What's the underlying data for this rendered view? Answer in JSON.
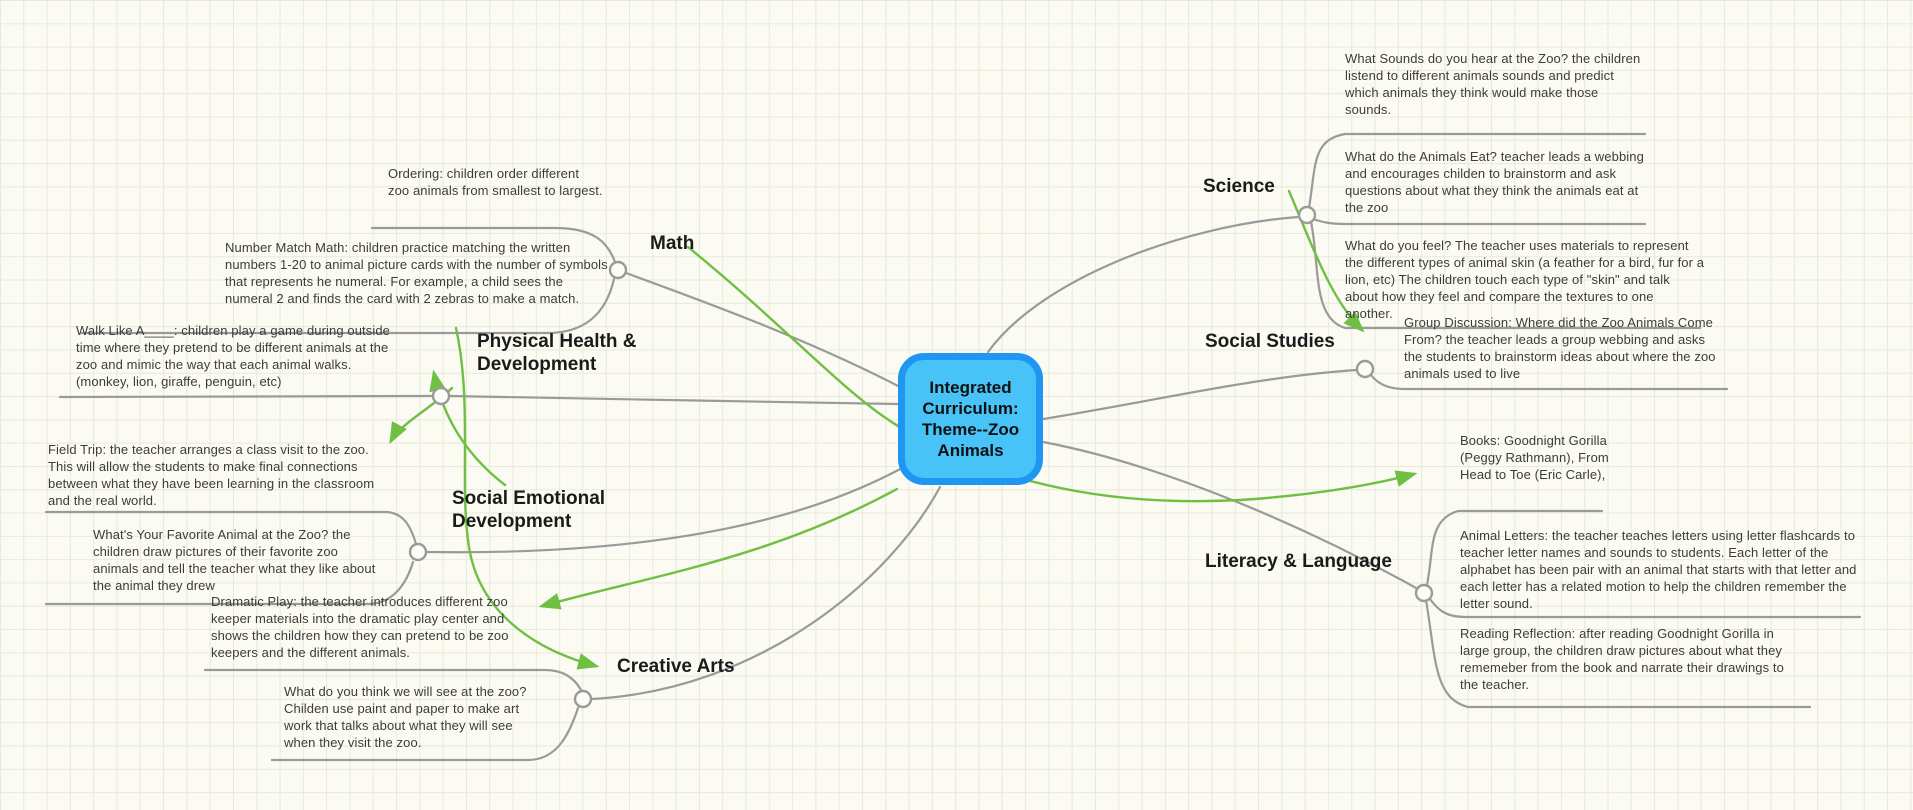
{
  "app": {
    "kind": "mind-map-canvas",
    "background_color": "#fbfaf3",
    "grid_color": "#e7ead9",
    "branch_line_color": "#9a9a9a",
    "crosslink_color": "#6fbf44",
    "center_fill": "#47c3f8",
    "center_border": "#1e96f2"
  },
  "center": {
    "label": "Integrated Curriculum: Theme--Zoo Animals"
  },
  "branches": {
    "math": {
      "label": "Math",
      "children": [
        {
          "id": "ordering",
          "text": "Ordering: children order different zoo animals from smallest to largest."
        },
        {
          "id": "number_match",
          "text": "Number Match Math: children practice matching the written numbers 1-20 to animal picture cards with the number of symbols that represents he numeral. For example, a child sees the numeral 2 and finds the card with 2 zebras to make a match."
        }
      ]
    },
    "physical_health": {
      "label": "Physical Health & Development",
      "children": [
        {
          "id": "walk_like",
          "text": "Walk Like A____: children play a game during outside time where they pretend to be different animals at the zoo and mimic the way that each animal walks. (monkey, lion, giraffe, penguin, etc)"
        }
      ]
    },
    "social_emotional": {
      "label": "Social Emotional Development",
      "children": [
        {
          "id": "field_trip",
          "text": "Field Trip: the teacher arranges a class visit to the zoo. This will allow the students to make final connections between what they have been learning in the classroom and the real world."
        },
        {
          "id": "favorite_animal",
          "text": "What's Your Favorite Animal at the Zoo? the children draw pictures of their favorite zoo animals and tell the teacher what they like about the animal they drew"
        }
      ]
    },
    "creative_arts": {
      "label": "Creative Arts",
      "children": [
        {
          "id": "dramatic_play",
          "text": "Dramatic Play: the teacher introduces different zoo keeper materials into the dramatic play center and shows the children how they can pretend to be zoo keepers and the different animals."
        },
        {
          "id": "what_see",
          "text": "What do you think we will see at the zoo? Childen use paint and paper to make art work that talks about what they will see when they visit the zoo."
        }
      ]
    },
    "science": {
      "label": "Science",
      "children": [
        {
          "id": "sounds",
          "text": "What Sounds do you hear at the Zoo? the children listend to different animals sounds and predict which animals they think would make those sounds."
        },
        {
          "id": "animals_eat",
          "text": "What do the Animals Eat? teacher leads a webbing and encourages childen to brainstorm and ask questions about what they think the animals eat at the zoo"
        },
        {
          "id": "feel",
          "text": "What do you feel? The teacher uses materials to represent the different types of animal skin (a feather for a bird, fur for a lion, etc) The children touch each type of \"skin\" and talk about how they feel and compare the textures to one another."
        }
      ]
    },
    "social_studies": {
      "label": "Social Studies",
      "children": [
        {
          "id": "group_discussion",
          "text": "Group Discussion: Where did the Zoo Animals Come From? the teacher leads a group webbing and asks the students to brainstorm ideas about where the zoo animals used to live"
        }
      ]
    },
    "literacy": {
      "label": "Literacy & Language",
      "children": [
        {
          "id": "books",
          "text": "Books: Goodnight Gorilla (Peggy Rathmann), From Head to Toe (Eric Carle),"
        },
        {
          "id": "animal_letters",
          "text": "Animal Letters: the teacher teaches letters using letter flashcards to teacher letter names and sounds to students. Each letter of the alphabet has been pair with an animal that starts with that letter and each letter has a related motion to help the children remember the letter sound."
        },
        {
          "id": "reading_reflection",
          "text": "Reading Reflection: after reading Goodnight Gorilla in large group, the children draw pictures about what they rememeber from the book and narrate their drawings to the teacher."
        }
      ]
    }
  },
  "crosslinks": [
    {
      "from": "science",
      "to": "group_discussion"
    },
    {
      "from": "math",
      "to": "books"
    },
    {
      "from": "walk_like-area",
      "to": "creative-arts-label"
    },
    {
      "from": "physical-health-node",
      "to": "field_trip"
    },
    {
      "from": "social-emotional-area",
      "to": "walk_like"
    },
    {
      "from": "center",
      "to": "dramatic_play"
    }
  ]
}
